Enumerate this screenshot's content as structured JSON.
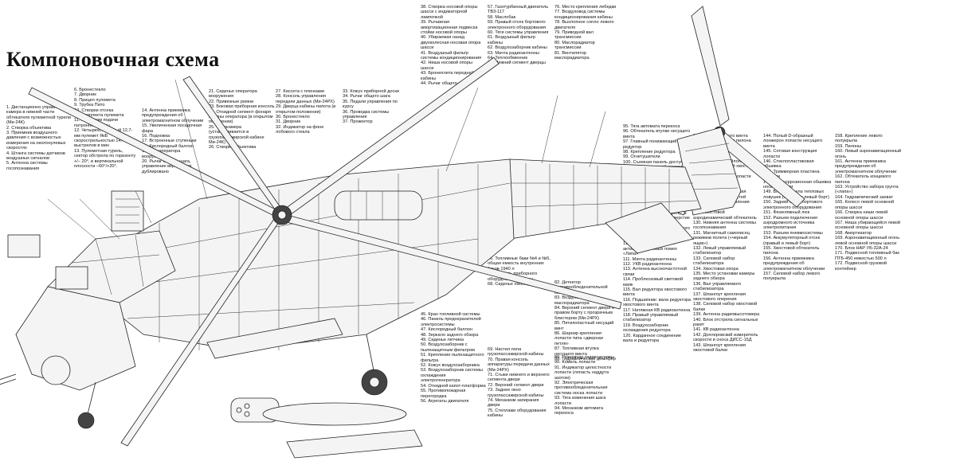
{
  "title": "Компоновочная схема",
  "legend": {
    "c1": "1. Дистанционно управляемая камера в нижней части обтекателя пулеметной турели (Ми-24К)\n2. Створка объектива\n3. Приемник воздушного давления с возможностью измерения на околонулевых скоростях\n4. Штанга системы датчиков воздушных сигналов\n5. Антенна системы госопознавания",
    "c2": "6. Бронестекло\n7. Дворник\n8. Прицел пулемета\n9. Трубка Пито\n10. Створки отсека боекомплекта пулемета\n11. Механизм подачи патронной ленты\n12. Четырехствольный 12,7-мм пулемет ЯкБ скорострельностью 1470 выстрелов в мин\n13. Пулеметная турель, сектор обстрела по горизонту +/– 20°, в вертикальной плоскости –60°/+20°.",
    "c3": "14. Антенна приемника предупреждения об электромагнитном облучении\n15. Увеличенная посадочная фара\n16. Подножка\n17. Встроенные ступеньки\n18. Кислородный баллон\n19. Люк оператора вооружения\n20. Рычаг общего шага, управление вертолетом дублировано",
    "c4": "21. Сиденье оператора вооружения\n22. Привязные ремни\n23. Боковая приборная консоль\n24. Откидной сегмент фонаря кабины оператора (в открытом положении)\n25. Фотокамера (устанавливается в грузопассажирской кабине Ми-24К)\n26. Створка объектива",
    "c5": "27. Кассета с пленками\n28. Консоль управления передачи данных (Ми-24РХ)\n29. Дверца кабины пилота (в открытом положении)\n30. Бронестекло\n31. Дворник\n32. Индикатор на фоне лобового стекла",
    "c6": "33. Кожух приборной доски\n34. Рычаг общего шага\n35. Педали управления по курсу\n36. Проводка системы управления\n37. Прожектор",
    "c7": "38. Створка носовой опоры шасси с индикаторной лампочкой\n39. Рычажная амортизационная подвеска стойки носовой опоры\n40. Убираемая назад двухколесная носовая опора шасси\n41. Воздушный фильтр системы кондиционирования\n42. Ниша носовой опоры шасси\n43. Бронеплита передней кабины\n44. Рычаг общего шага",
    "c8": "57. Газотурбинный двигатель ТВ3-117\n58. Маслобак\n59. Правый отсек бортового электронного оборудования\n60. Тяги системы управления\n61. Воздушный фильтр кабины\n62. Воздухозаборник кабины\n63. Мачта радиоантенны\n64. Теплообменник\n65. Нижний сегмент дверцы",
    "c9": "76. Место крепления лебедки\n77. Воздуховод системы кондиционирования кабины\n78. Выхлопное сопло левого двигателя\n79. Приводной вал трансмиссии\n80. Маслорадиатор трансмиссии\n81. Вентилятор маслорадиатора",
    "c10": "82. Детектор противообледенительной системы\n83. Воздухозаборник маслорадиатора\n84. Верхний сегмент двери в правом борту с прозрачным блистером (Ми-24РХ)\n85. Пятилопастный несущий винт\n86. Шарнир крепления лопасти типа «двернаи петля»\n87. Топливная втулка несущего винта\n88. Гидравлический демпфер",
    "c11": "66. Топливные баки №4 и №5, общая емкость внутренних баков 1940 л\n67. Консоль приборного оборудования кабины\n68. Сиденье наблюдателя",
    "c12": "45. Кран топливной системы\n46. Панель предохранителей электросистемы\n47. Кислородный баллон\n48. Зеркало заднего обзора\n49. Сиденье летчика\n50. Воздухозаборник с пылезащитным фильтром\n51. Крепление пылезащитного фильтра\n52. Кожух воздухозаборника\n53. Воздухозаборник системы охлаждения электрогенератора\n54. Откидной капот-платформа\n55. Противопожарная перегородка\n56. Агрегаты двигателя",
    "c13": "69. Настил пола грузопассажирской кабины\n70. Правая консоль аппаратуры передачи данных (Ми-24РХ)\n71. Стыки нижнего и верхнего сегмента двери\n72. Верхний сегмент двери\n73. Заднее окно грузопассажирской кабины\n74. Механизм запирания двери\n75. Стеллажи оборудования кабины",
    "c14": "89. Резервуар гидросистемы\n90. Комель лопасти\n91. Индикатор целостности лопасти (лопасть наддута азотом)\n92. Электрическая противообледенительная система носка лопасти\n93. Тяга изменения шага лопасти\n94. Механизм автомата перекоса",
    "c15": "95. Тяга автомата перекоса\n96. Обтекатель втулки несущего винта\n97. Главный понижающий редуктор\n98. Крепление редуктора\n99. Огнетушители\n100. Съемная панель доступа к агрегатам топливной системы\n101. Основной фюзеляжный топливный бак №3\n102. Расходные баки №№ 1 и 2\n103. Гидравлический модуль автомата перекоса\n104. Выхлопное сопло ВСУ\n105. Вспомогательная силовая установка (ВСУ) АИ-9В\n106. Откидная панель доступа\n107. Вентиляционное отверстие воздушной системы\n108. Агрегаты вспомогательного редуктора\n109. Электроредуктор\n110. Станция постановки активных тепловых помех «Липа»\n111. Мачта радиоантенны\n112. УКВ радиоантенна\n113. Антенна высокочастотной связи\n114. Проблесковый световой маяк\n115. Вал редуктора хвостового винта\n116. Подшипник: вала редуктора хвостового винта\n117. Натяжная КВ радиоантенна\n118. Правый управляемый стабилизатор\n119. Воздухозаборник охлаждения редуктора\n120. Карданное соединение вала и редуктора",
    "c16": "121. Вал хвостового винта\n122. Силовой набор пилона хвостового винта\n123. Оконечный редуктор хвостового винта\n124. Законцовка пилона\n125. Трехлопастный хвостовой винт\n126. Алюминиевые лопасти хвостового винта\n127. Электрическая противообледенительная система носков лопастей\n128. Механизм управления шагом лопастей\n129. Хвостовой аэродинамический обтекатель\n130. Нижняя антенна системы госопознавания\n131. Магнитный самописец режимов полета («черный ящик»)\n132. Левый управляемый стабилизатор\n133. Силовой набор стабилизатора\n134. Хвостовая опора\n135. Место установки камеры заднего обзора\n136. Вал управляемого стабилизатора\n137. Шпангоут крепления хвостового оперения\n138. Силовой набор хвостовой балки\n139. Антенна радиовысотомера\n140. Блок отстрела сигнальных ракет\n141. КВ радиоантенна\n142. Доплеровский измеритель скорости и сноса ДИСС-15Д\n143. Шпангоут крепления хвостовой балки",
    "c17": "144. Полый D-образный лонжерон лопасти несущего винта\n145. Сотовая конструкция лопасти\n146. Стеклопластиковая обшивка\n147. Триммерная пластина лопасти\n148. Антикоррозионная обшивка носка лопасти\n149. Блок отстрела тепловых ловушек (правый и левый борт)\n150. Задний отсек бортового электронного оборудования\n151. Фюзеляжный люк\n152. Разъем подключения аэродромного источника электропитания\n153. Разъем пневмосистемы\n154. Аккумуляторный отсек (правый и левый борт)\n155. Хвостовой обтекатель пилона\n156. Антенна приемника предупреждения об электромагнитном облучении\n157. Силовой набор левого полукрыла",
    "c18": "158. Крепление левого полукрыла\n159. Пилоны\n160. Левый аэронавигационный огонь\n161. Антенна приемника предупреждения об электромагнитном облучении\n162. Обтекатель концевого пилона\n163. Устройство забора грунта («лапа»)\n164. Гидравлический захват\n165. Колесо левой основной опоры шасси\n166. Створка ниши левой основной опоры шасси\n167. Ниша убирающейся левой основной опоры шасси\n168. Амортизатор\n169. Аэронавигационный огонь левой основной опоры шасси\n170. Блок НАР УБ-32А-24\n171. Подвесной топливный бак ПТБ-450 емкостью 500 л\n172. Подвесной грузовой контейнер"
  }
}
